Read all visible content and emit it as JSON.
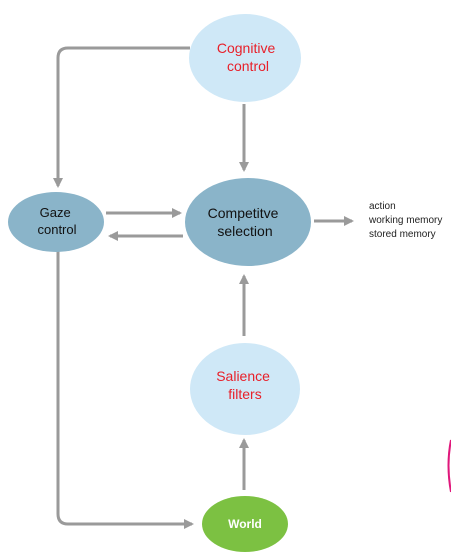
{
  "nodes": {
    "cognitive_control": {
      "lines": [
        "Cognitive",
        "control"
      ],
      "fill": "#cfe8f7",
      "text_color": "#e8202a"
    },
    "gaze_control": {
      "lines": [
        "Gaze",
        "control"
      ],
      "fill": "#8ab4c9",
      "text_color": "#111111"
    },
    "competitive_selection": {
      "lines": [
        "Competitve",
        "selection"
      ],
      "fill": "#8ab4c9",
      "text_color": "#111111"
    },
    "salience_filters": {
      "lines": [
        "Salience",
        "filters"
      ],
      "fill": "#cfe8f7",
      "text_color": "#e8202a"
    },
    "world": {
      "lines": [
        "World"
      ],
      "fill": "#7cc142",
      "text_color": "#ffffff"
    }
  },
  "outputs": [
    "action",
    "working memory",
    "stored memory"
  ],
  "colors": {
    "arrow": "#9a9a9a",
    "edge_mark": "#e0177b"
  }
}
